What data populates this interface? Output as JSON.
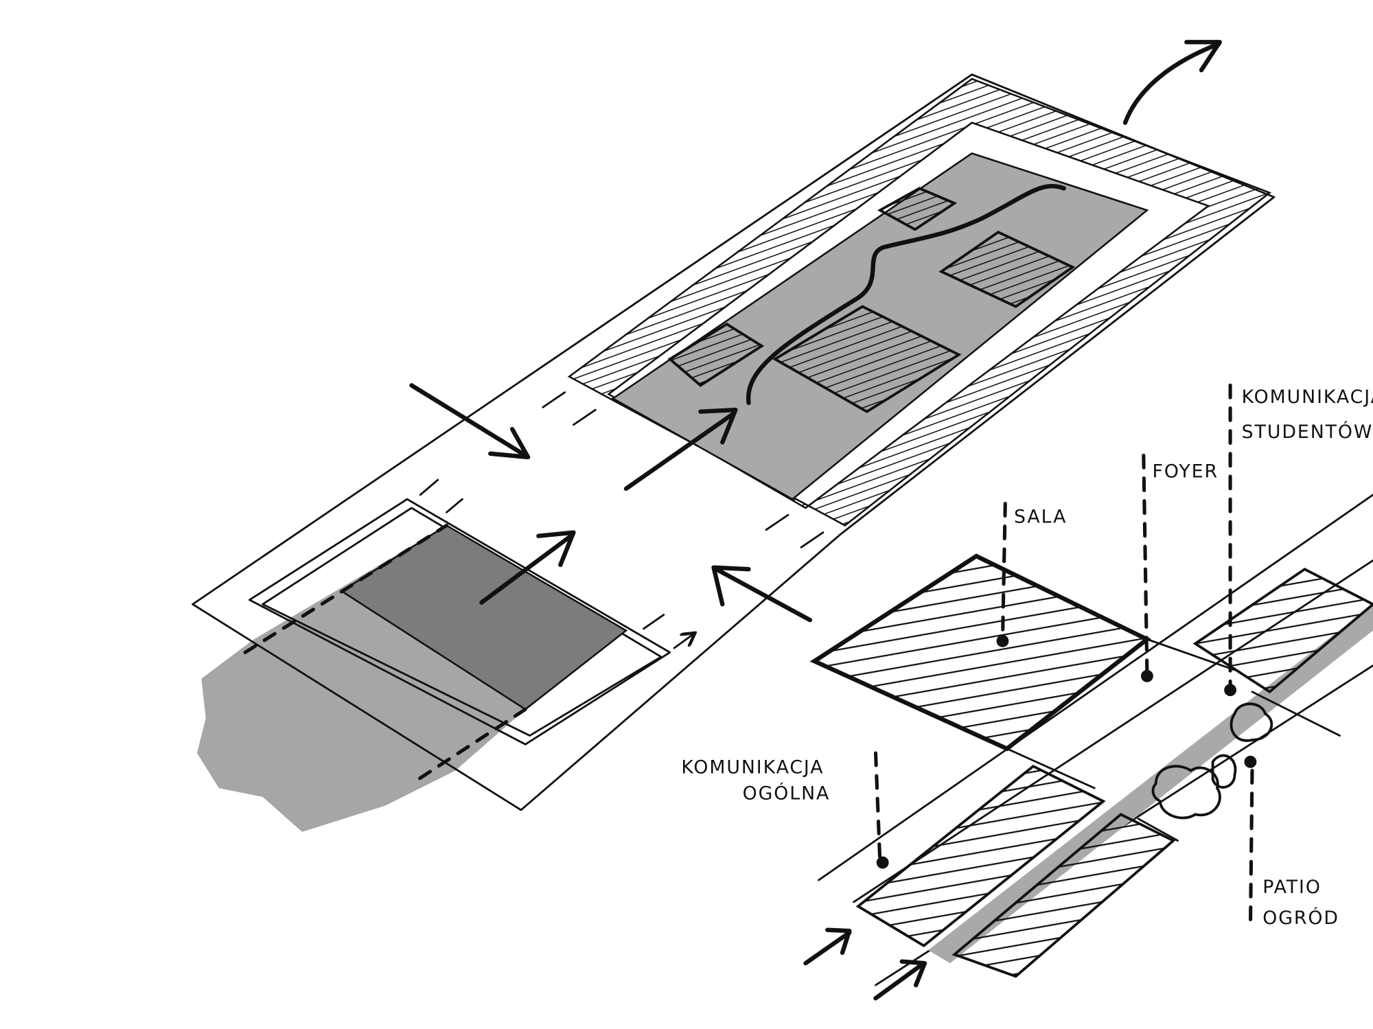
{
  "colors": {
    "ink": "#111111",
    "courtyard": "#a9a9a9",
    "dark_block": "#7c7c7c",
    "shadow": "#a6a6a6",
    "paper": "#ffffff"
  },
  "labels": {
    "students_line1": "KOMUNIKACJA",
    "students_line2": "STUDENTÓW",
    "foyer": "FOYER",
    "sala": "SALA",
    "general_line1": "KOMUNIKACJA",
    "general_line2": "OGÓLNA",
    "patio_line1": "PATIO",
    "patio_line2": "OGRÓD"
  }
}
